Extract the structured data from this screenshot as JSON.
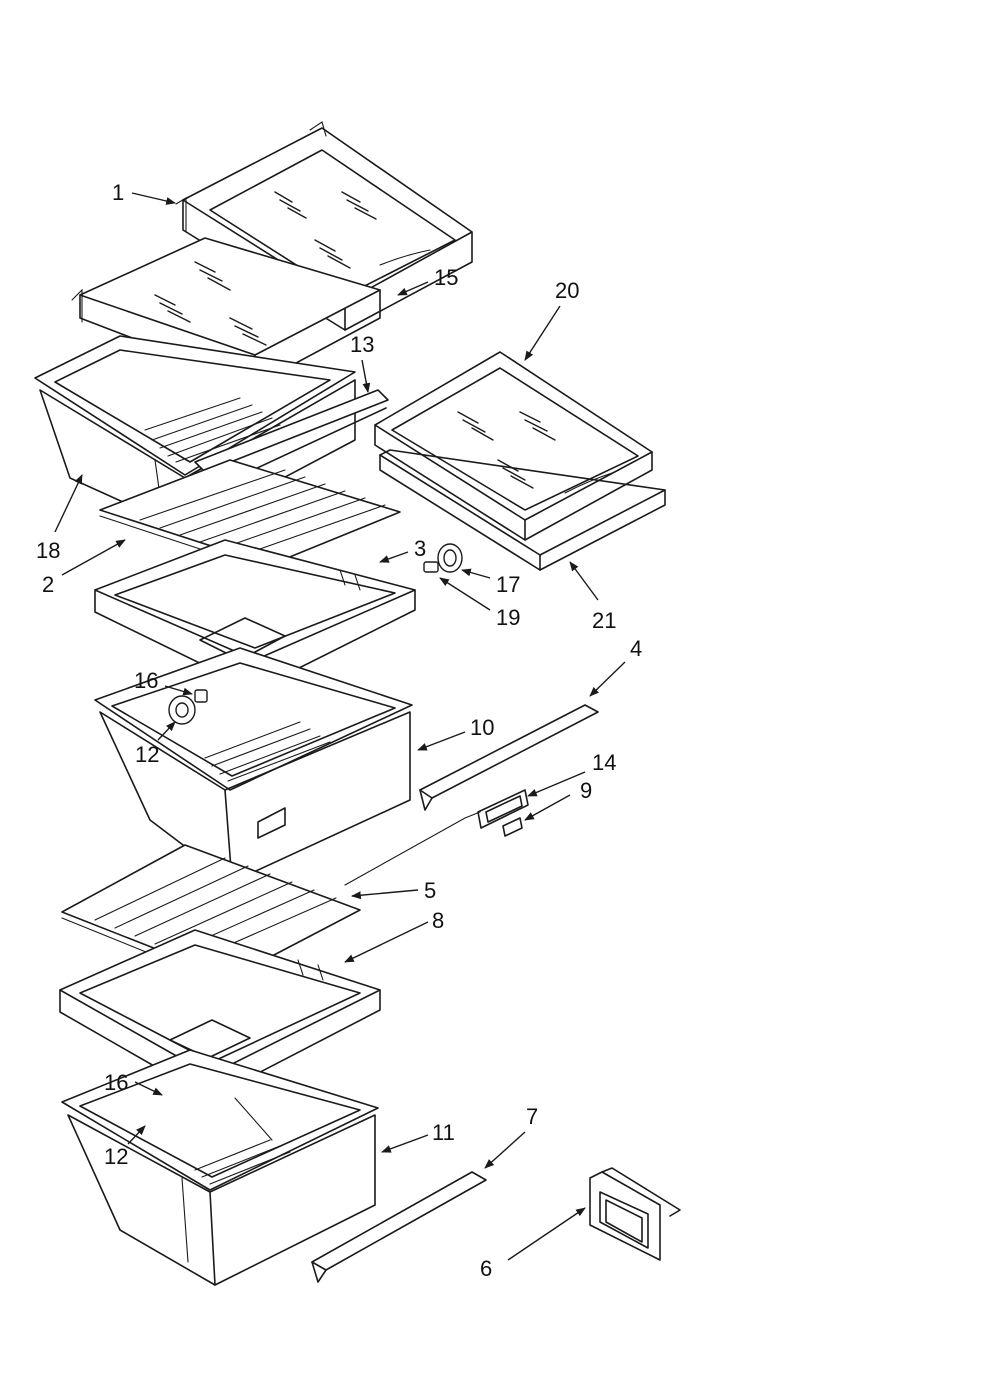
{
  "diagram": {
    "callouts": [
      "1",
      "15",
      "20",
      "13",
      "18",
      "2",
      "3",
      "17",
      "19",
      "21",
      "4",
      "16",
      "12",
      "10",
      "14",
      "9",
      "5",
      "8",
      "16",
      "12",
      "11",
      "7",
      "6"
    ]
  },
  "colors": {
    "line": "#1a1a1a",
    "background": "#ffffff"
  }
}
